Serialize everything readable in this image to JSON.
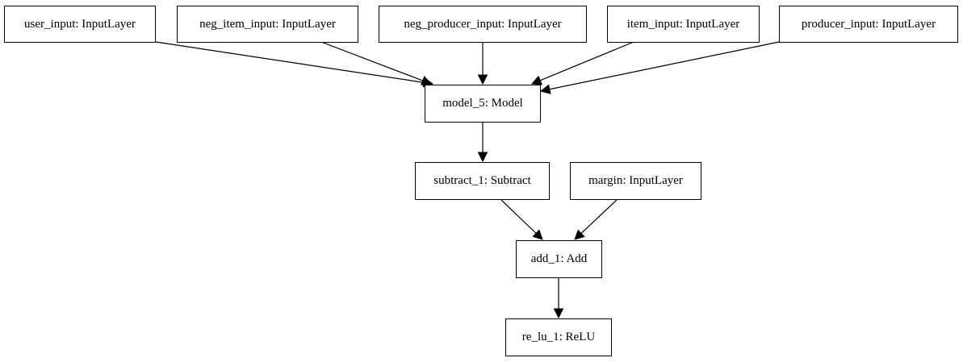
{
  "nodes": {
    "user_input": "user_input: InputLayer",
    "neg_item_input": "neg_item_input: InputLayer",
    "neg_producer_input": "neg_producer_input: InputLayer",
    "item_input": "item_input: InputLayer",
    "producer_input": "producer_input: InputLayer",
    "model_5": "model_5: Model",
    "subtract_1": "subtract_1: Subtract",
    "margin": "margin: InputLayer",
    "add_1": "add_1: Add",
    "re_lu_1": "re_lu_1: ReLU"
  },
  "edges": [
    {
      "from": "user_input",
      "to": "model_5"
    },
    {
      "from": "neg_item_input",
      "to": "model_5"
    },
    {
      "from": "neg_producer_input",
      "to": "model_5"
    },
    {
      "from": "item_input",
      "to": "model_5"
    },
    {
      "from": "producer_input",
      "to": "model_5"
    },
    {
      "from": "model_5",
      "to": "subtract_1"
    },
    {
      "from": "subtract_1",
      "to": "add_1"
    },
    {
      "from": "margin",
      "to": "add_1"
    },
    {
      "from": "add_1",
      "to": "re_lu_1"
    }
  ]
}
